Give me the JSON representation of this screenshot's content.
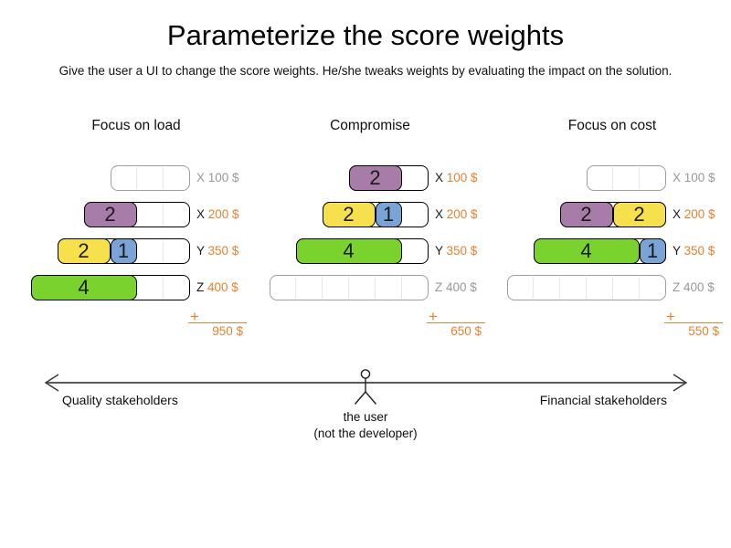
{
  "title": "Parameterize the score weights",
  "subtitle": "Give the user a UI to change the score weights. He/she tweaks weights by evaluating the impact on the solution.",
  "plus_sign": "+",
  "colors": {
    "purple": "#a87ca8",
    "yellow": "#f6e14d",
    "blue": "#7aa3d6",
    "green": "#79d32c",
    "orange": "#e8822d",
    "muted": "#999999",
    "active_text": "#1a1a1a"
  },
  "scenarios": [
    {
      "title": "Focus on load",
      "total": "950 $",
      "rows": [
        {
          "key": "X",
          "cost": "100 $",
          "units": 3,
          "segments": []
        },
        {
          "key": "X",
          "cost": "200 $",
          "units": 4,
          "segments": [
            {
              "value": "2",
              "span": 2,
              "color": "purple"
            }
          ]
        },
        {
          "key": "Y",
          "cost": "350 $",
          "units": 5,
          "segments": [
            {
              "value": "2",
              "span": 2,
              "color": "yellow"
            },
            {
              "value": "1",
              "span": 1,
              "color": "blue"
            }
          ]
        },
        {
          "key": "Z",
          "cost": "400 $",
          "units": 6,
          "segments": [
            {
              "value": "4",
              "span": 4,
              "color": "green"
            }
          ]
        }
      ]
    },
    {
      "title": "Compromise",
      "total": "650 $",
      "rows": [
        {
          "key": "X",
          "cost": "100 $",
          "units": 3,
          "segments": [
            {
              "value": "2",
              "span": 2,
              "color": "purple"
            }
          ]
        },
        {
          "key": "X",
          "cost": "200 $",
          "units": 4,
          "segments": [
            {
              "value": "2",
              "span": 2,
              "color": "yellow"
            },
            {
              "value": "1",
              "span": 1,
              "color": "blue"
            }
          ]
        },
        {
          "key": "Y",
          "cost": "350 $",
          "units": 5,
          "segments": [
            {
              "value": "4",
              "span": 4,
              "color": "green"
            }
          ]
        },
        {
          "key": "Z",
          "cost": "400 $",
          "units": 6,
          "segments": []
        }
      ]
    },
    {
      "title": "Focus on cost",
      "total": "550 $",
      "rows": [
        {
          "key": "X",
          "cost": "100 $",
          "units": 3,
          "segments": []
        },
        {
          "key": "X",
          "cost": "200 $",
          "units": 4,
          "segments": [
            {
              "value": "2",
              "span": 2,
              "color": "purple"
            },
            {
              "value": "2",
              "span": 2,
              "color": "yellow"
            }
          ]
        },
        {
          "key": "Y",
          "cost": "350 $",
          "units": 5,
          "segments": [
            {
              "value": "4",
              "span": 4,
              "color": "green"
            },
            {
              "value": "1",
              "span": 1,
              "color": "blue"
            }
          ]
        },
        {
          "key": "Z",
          "cost": "400 $",
          "units": 6,
          "segments": []
        }
      ]
    }
  ],
  "axis": {
    "left_label": "Quality stakeholders",
    "right_label": "Financial stakeholders",
    "center_label_line1": "the user",
    "center_label_line2": "(not the developer)"
  }
}
